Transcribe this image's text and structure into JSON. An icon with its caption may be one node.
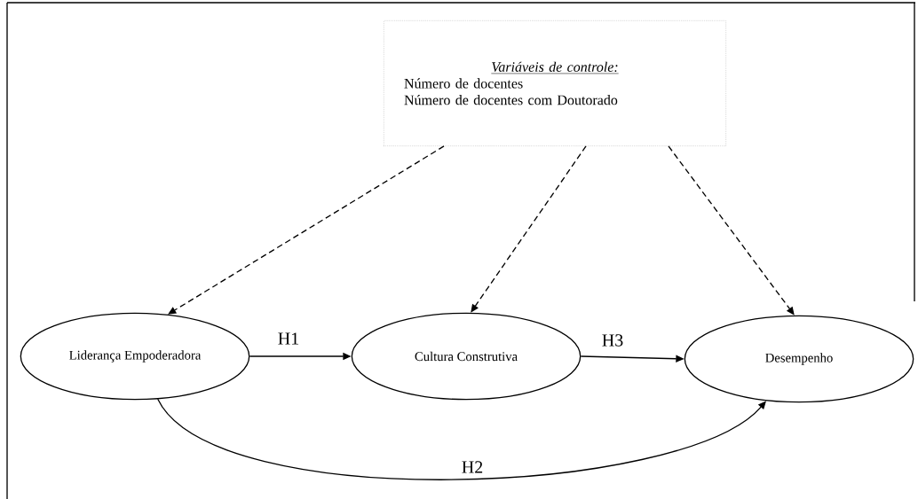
{
  "diagram": {
    "nodes": [
      {
        "text": [
          "Variáveis de controle:",
          "Número de docentes",
          "Número de docentes com Doutorado"
        ]
      },
      {
        "text": [
          "Liderança Empoderadora"
        ]
      },
      {
        "text": [
          "Cultura Construtiva"
        ]
      },
      {
        "text": [
          "Desempenho"
        ]
      }
    ],
    "edges": [
      {
        "from": 0,
        "to": 1,
        "arrow": "to",
        "style": "dashed"
      },
      {
        "from": 0,
        "to": 2,
        "arrow": "to",
        "style": "dashed"
      },
      {
        "from": 0,
        "to": 3,
        "arrow": "to",
        "style": "dashed"
      },
      {
        "from": 1,
        "to": 2,
        "arrow": "to",
        "label": "H1"
      },
      {
        "from": 2,
        "to": 3,
        "arrow": "to",
        "label": "H3"
      },
      {
        "from": 1,
        "to": 3,
        "arrow": "to",
        "label": "H2"
      }
    ]
  }
}
